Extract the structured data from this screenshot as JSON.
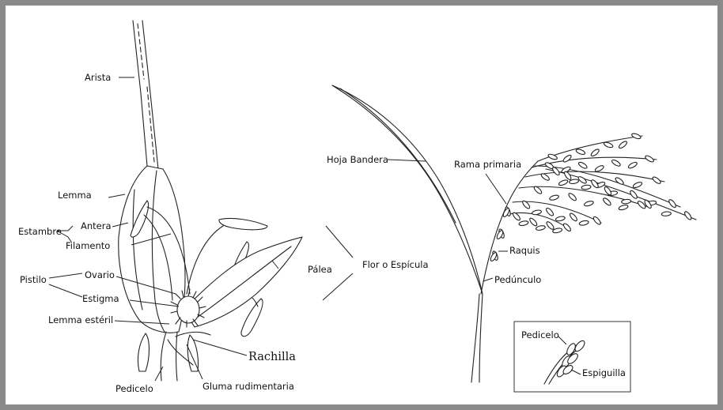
{
  "flower": {
    "arista": "Arista",
    "lemma": "Lemma",
    "antera": "Antera",
    "estambre": "Estambre",
    "filamento": "Filamento",
    "pistilo": "Pistilo",
    "ovario": "Ovario",
    "estigma": "Estigma",
    "lemma_esteril": "Lemma estéril",
    "rachilla": "Rachilla",
    "pedicelo": "Pedicelo",
    "gluma": "Gluma rudimentaria",
    "palea": "Pálea",
    "flor": "Flor o Espícula"
  },
  "panicle": {
    "hoja": "Hoja Bandera",
    "rama": "Rama primaria",
    "raquis": "Raquis",
    "pedunculo": "Pedúnculo"
  },
  "inset": {
    "pedicelo": "Pedicelo",
    "espiguilla": "Espiguilla"
  }
}
